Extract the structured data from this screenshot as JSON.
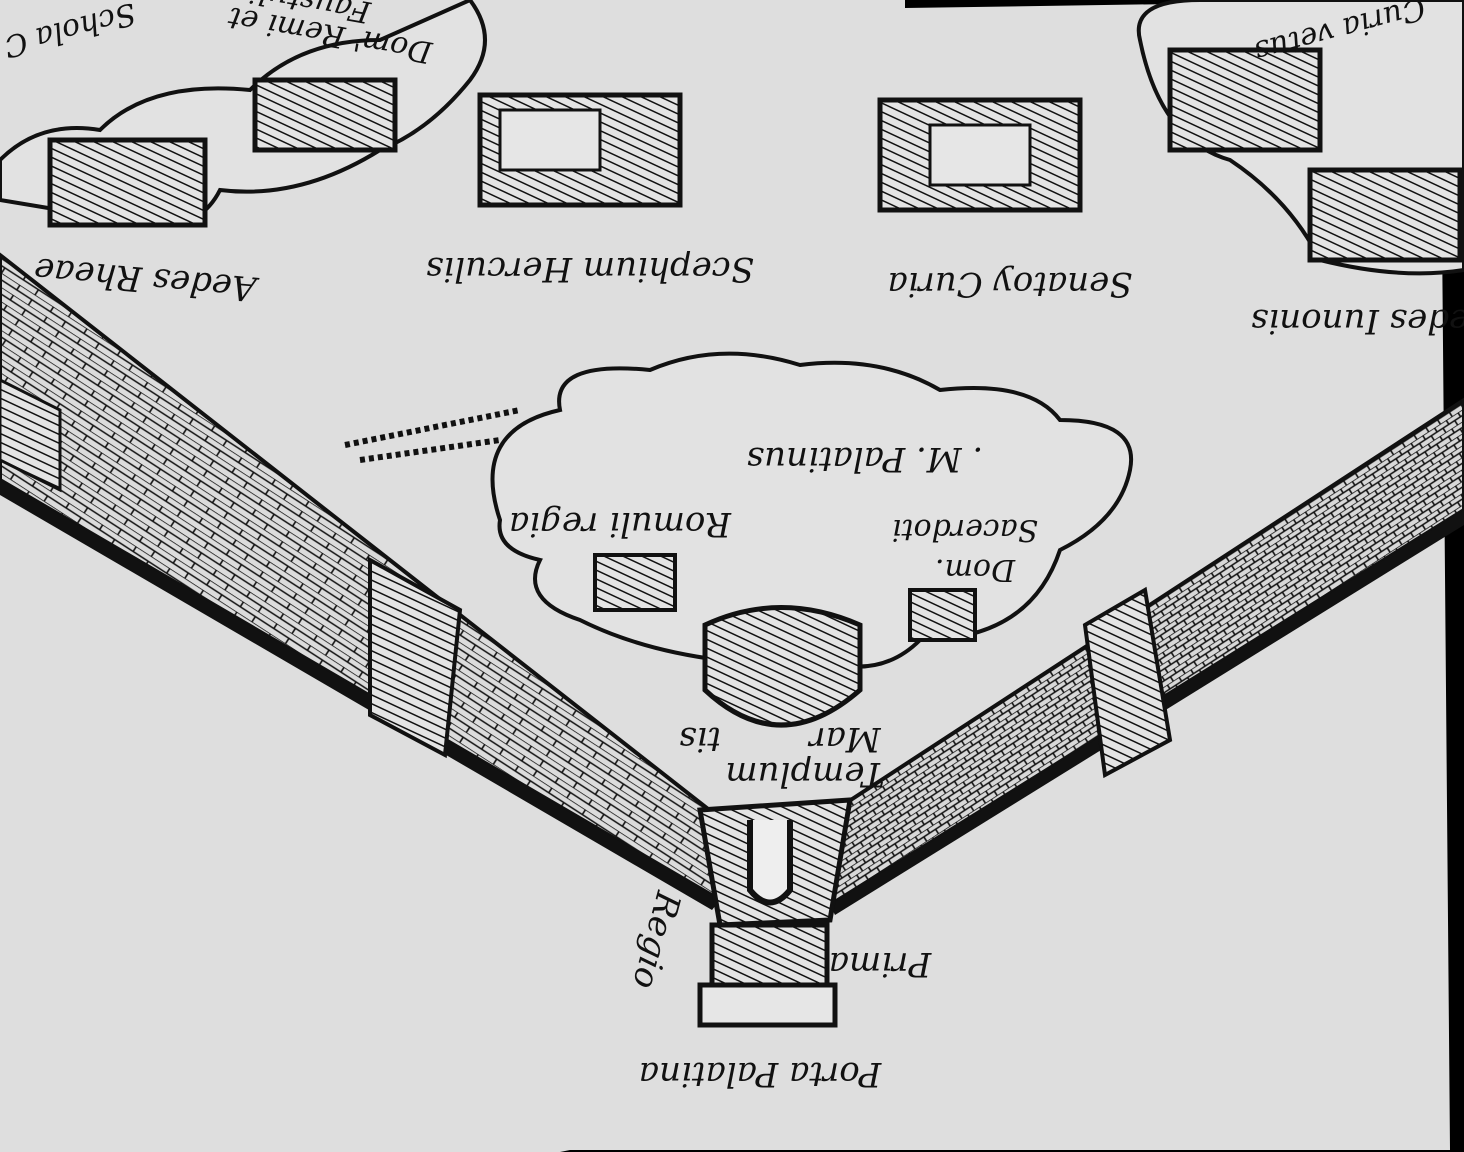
{
  "title": "Woodcut map of ancient Rome, Regio I (printed upside down)",
  "colors": {
    "paper": "#dedede",
    "ink": "#111111"
  },
  "labels": {
    "porta": "Porta Palatina",
    "prima": "Prima",
    "regio": "Regio",
    "templum": "Templum",
    "martis_1": "Mar",
    "martis_2": "tis",
    "dom_sac_1": "Dom.",
    "dom_sac_2": "Sacerdoti",
    "romuli": "Romuli regia",
    "palatinus": ". M. Palatinus",
    "senatus": "Senatoy Curia",
    "scephium": "Scephium Herculis",
    "rheae": "Aedes Rheae",
    "remi_1": "Dom' Remi et",
    "remi_2": "Faustuli",
    "schola": "Schola C",
    "curia_vetus": "Curia vetus",
    "iunonis": "edes Iunonis"
  }
}
